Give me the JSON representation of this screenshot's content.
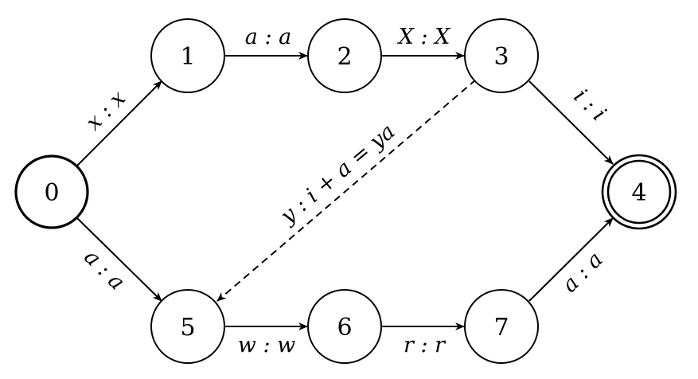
{
  "states": [
    {
      "id": "0",
      "label": "0",
      "initial": true,
      "accepting": false
    },
    {
      "id": "1",
      "label": "1",
      "initial": false,
      "accepting": false
    },
    {
      "id": "2",
      "label": "2",
      "initial": false,
      "accepting": false
    },
    {
      "id": "3",
      "label": "3",
      "initial": false,
      "accepting": false
    },
    {
      "id": "4",
      "label": "4",
      "initial": false,
      "accepting": true
    },
    {
      "id": "5",
      "label": "5",
      "initial": false,
      "accepting": false
    },
    {
      "id": "6",
      "label": "6",
      "initial": false,
      "accepting": false
    },
    {
      "id": "7",
      "label": "7",
      "initial": false,
      "accepting": false
    }
  ],
  "transitions": [
    {
      "from": "0",
      "to": "1",
      "label": "x : x",
      "style": "solid"
    },
    {
      "from": "1",
      "to": "2",
      "label": "a : a",
      "style": "solid"
    },
    {
      "from": "2",
      "to": "3",
      "label": "X : X",
      "style": "solid"
    },
    {
      "from": "3",
      "to": "4",
      "label": "i : i",
      "style": "solid"
    },
    {
      "from": "3",
      "to": "5",
      "label": "y : i + a = ya",
      "style": "dashed"
    },
    {
      "from": "0",
      "to": "5",
      "label": "a : a",
      "style": "solid"
    },
    {
      "from": "5",
      "to": "6",
      "label": "w : w",
      "style": "solid"
    },
    {
      "from": "6",
      "to": "7",
      "label": "r : r",
      "style": "solid"
    },
    {
      "from": "7",
      "to": "4",
      "label": "a : a",
      "style": "solid"
    }
  ]
}
